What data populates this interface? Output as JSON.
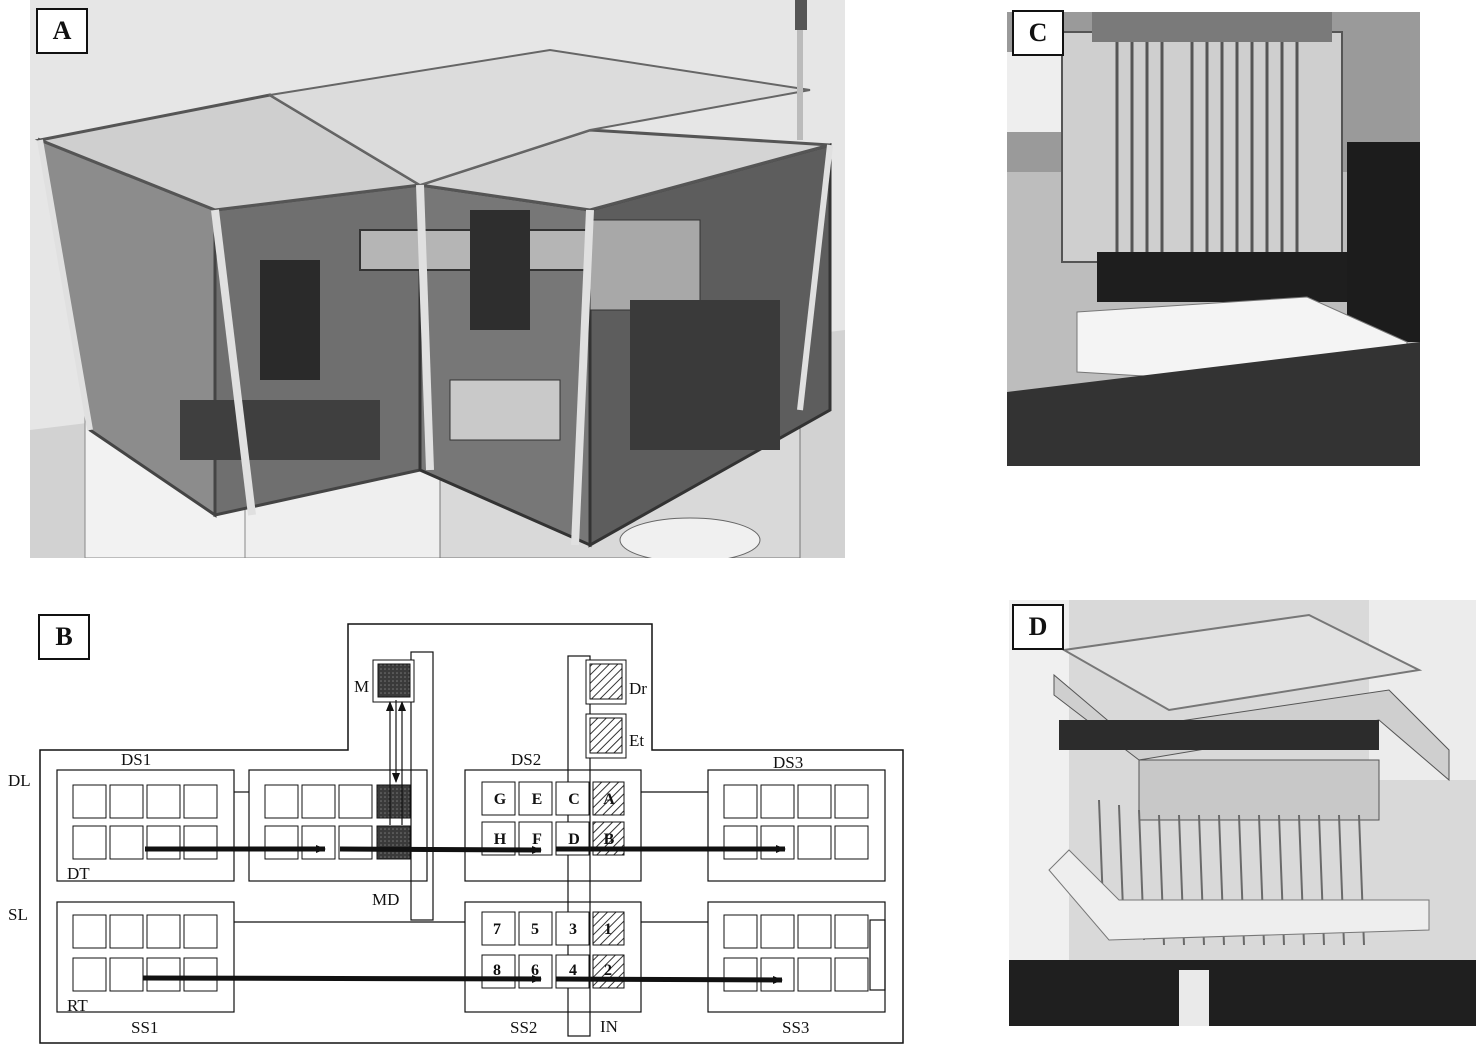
{
  "panels": {
    "a": {
      "label": "A"
    },
    "b": {
      "label": "B"
    },
    "c": {
      "label": "C"
    },
    "d": {
      "label": "D"
    }
  },
  "diagram": {
    "row_labels": {
      "dl": "DL",
      "sl": "SL"
    },
    "stations": {
      "ds1": "DS1",
      "ds2": "DS2",
      "ds3": "DS3",
      "ss1": "SS1",
      "ss2": "SS2",
      "ss3": "SS3"
    },
    "markers": {
      "dt": "DT",
      "rt": "RT",
      "md": "MD",
      "in": "IN"
    },
    "modules": {
      "m": "M",
      "dr": "Dr",
      "et": "Et"
    },
    "ds2_wells": [
      "G",
      "E",
      "C",
      "A",
      "H",
      "F",
      "D",
      "B"
    ],
    "ss2_wells": [
      "7",
      "5",
      "3",
      "1",
      "8",
      "6",
      "4",
      "2"
    ]
  },
  "colors": {
    "line": "#111111",
    "hatch": "#333333",
    "dark_fill": "#3a3a3a"
  }
}
